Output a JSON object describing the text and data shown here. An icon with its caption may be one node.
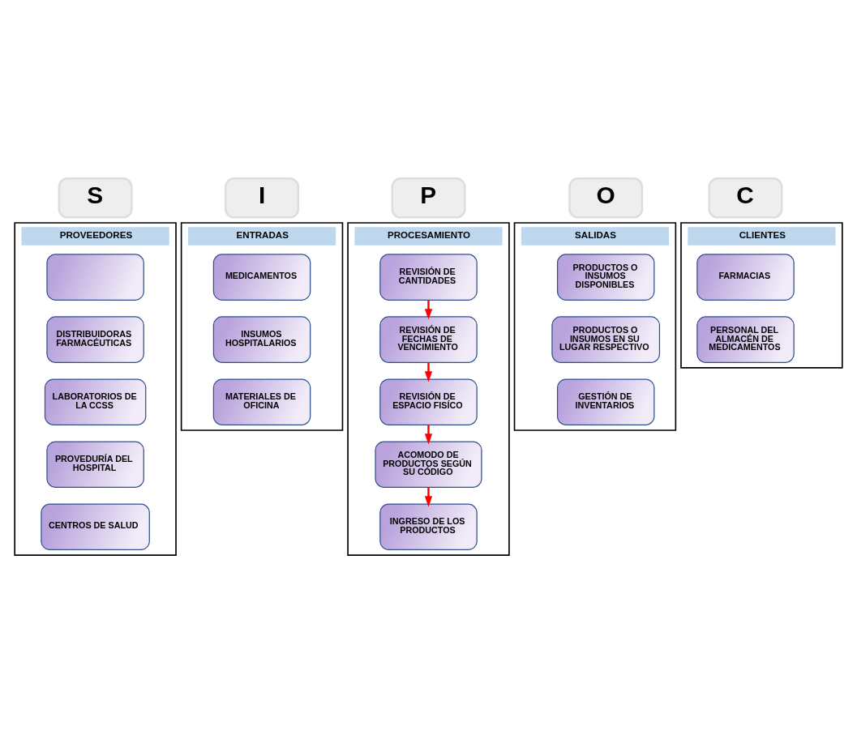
{
  "diagram": {
    "nodes": [
      {
        "text": [
          "S"
        ]
      },
      {
        "text": [
          "I"
        ]
      },
      {
        "text": [
          "P"
        ]
      },
      {
        "text": [
          "O"
        ]
      },
      {
        "text": [
          "C"
        ]
      },
      {
        "text": [
          "PROVEEDORES"
        ]
      },
      {
        "text": [],
        "shape": "box",
        "in": 5
      },
      {
        "text": [
          "DISTRIBUIDORAS FARMACÉUTICAS"
        ],
        "in": 5
      },
      {
        "text": [
          "LABORATORIOS DE LA CCSS"
        ],
        "in": 5
      },
      {
        "text": [
          "PROVEDURÍA DEL HOSPITAL"
        ],
        "in": 5
      },
      {
        "text": [
          "CENTROS DE SALUD"
        ],
        "in": 5
      },
      {
        "text": [
          "ENTRADAS"
        ]
      },
      {
        "text": [
          "MEDICAMENTOS"
        ],
        "in": 11
      },
      {
        "text": [
          "INSUMOS HOSPITALARIOS"
        ],
        "in": 11
      },
      {
        "text": [
          "MATERIALES DE OFICINA"
        ],
        "in": 11
      },
      {
        "text": [
          "PROCESAMIENTO"
        ]
      },
      {
        "text": [
          "REVISIÓN DE CANTIDADES"
        ],
        "in": 15
      },
      {
        "text": [
          "REVISIÓN DE FECHAS DE VENCIMIENTO"
        ],
        "in": 15
      },
      {
        "text": [
          "REVISIÓN DE ESPACIO FISÍCO"
        ],
        "in": 15
      },
      {
        "text": [
          "ACOMODO DE PRODUCTOS SEGÚN SU CÓDIGO"
        ],
        "in": 15
      },
      {
        "text": [
          "INGRESO DE LOS PRODUCTOS"
        ],
        "in": 15
      },
      {
        "text": [
          "SALIDAS"
        ]
      },
      {
        "text": [
          "PRODUCTOS O INSUMOS DISPONIBLES"
        ],
        "in": 21
      },
      {
        "text": [
          "PRODUCTOS O INSUMOS EN SU LUGAR RESPECTIVO"
        ],
        "in": 21
      },
      {
        "text": [
          "GESTIÓN DE INVENTARIOS"
        ],
        "in": 21
      },
      {
        "text": [
          "CLIENTES"
        ]
      },
      {
        "text": [
          "FARMACIAS"
        ],
        "in": 25
      },
      {
        "text": [
          "PERSONAL DEL ALMACÉN DE MEDICAMENTOS"
        ],
        "in": 25
      }
    ],
    "edges": [
      {
        "from": 16,
        "to": 17,
        "arrow": "to"
      },
      {
        "from": 17,
        "to": 18,
        "arrow": "to"
      },
      {
        "from": 18,
        "to": 19,
        "arrow": "to"
      },
      {
        "from": 19,
        "to": 20,
        "arrow": "to"
      }
    ]
  }
}
